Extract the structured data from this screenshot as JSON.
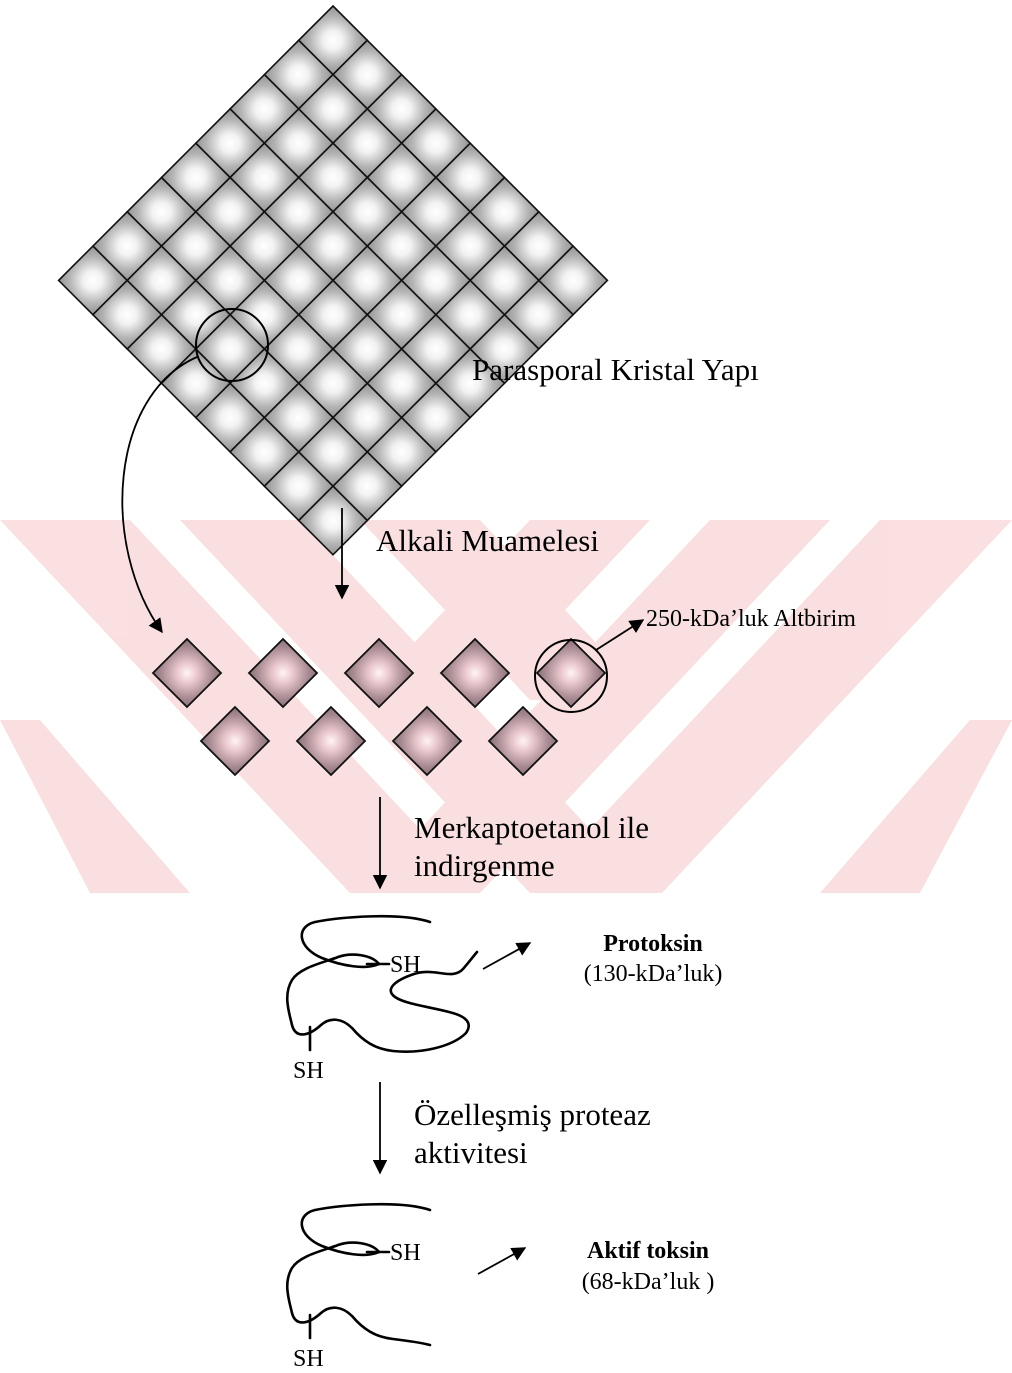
{
  "labels": {
    "crystal": "Parasporal Kristal Yapı",
    "alkali": "Alkali Muamelesi",
    "subunit": "250-kDa’luk Altbirim",
    "reduction_line1": "Merkaptoetanol ile",
    "reduction_line2": "indirgenme",
    "protoxin_title": "Protoksin",
    "protoxin_size": "(130-kDa’luk)",
    "protease_line1": "Özelleşmiş proteaz",
    "protease_line2": "aktivitesi",
    "active_title": "Aktif toksin",
    "active_size": "(68-kDa’luk )",
    "sh": "SH"
  },
  "crystal_grid": {
    "rows": 8,
    "cols": 8
  },
  "subunits": {
    "top_row": 5,
    "bottom_row": 4
  },
  "colors": {
    "crystal_cell": "#8c8c8c",
    "crystal_glow": "#ffffff",
    "subunit_cell": "#8a6f78",
    "subunit_glow": "#ffdcdc",
    "watermark": "#f7cccc"
  }
}
